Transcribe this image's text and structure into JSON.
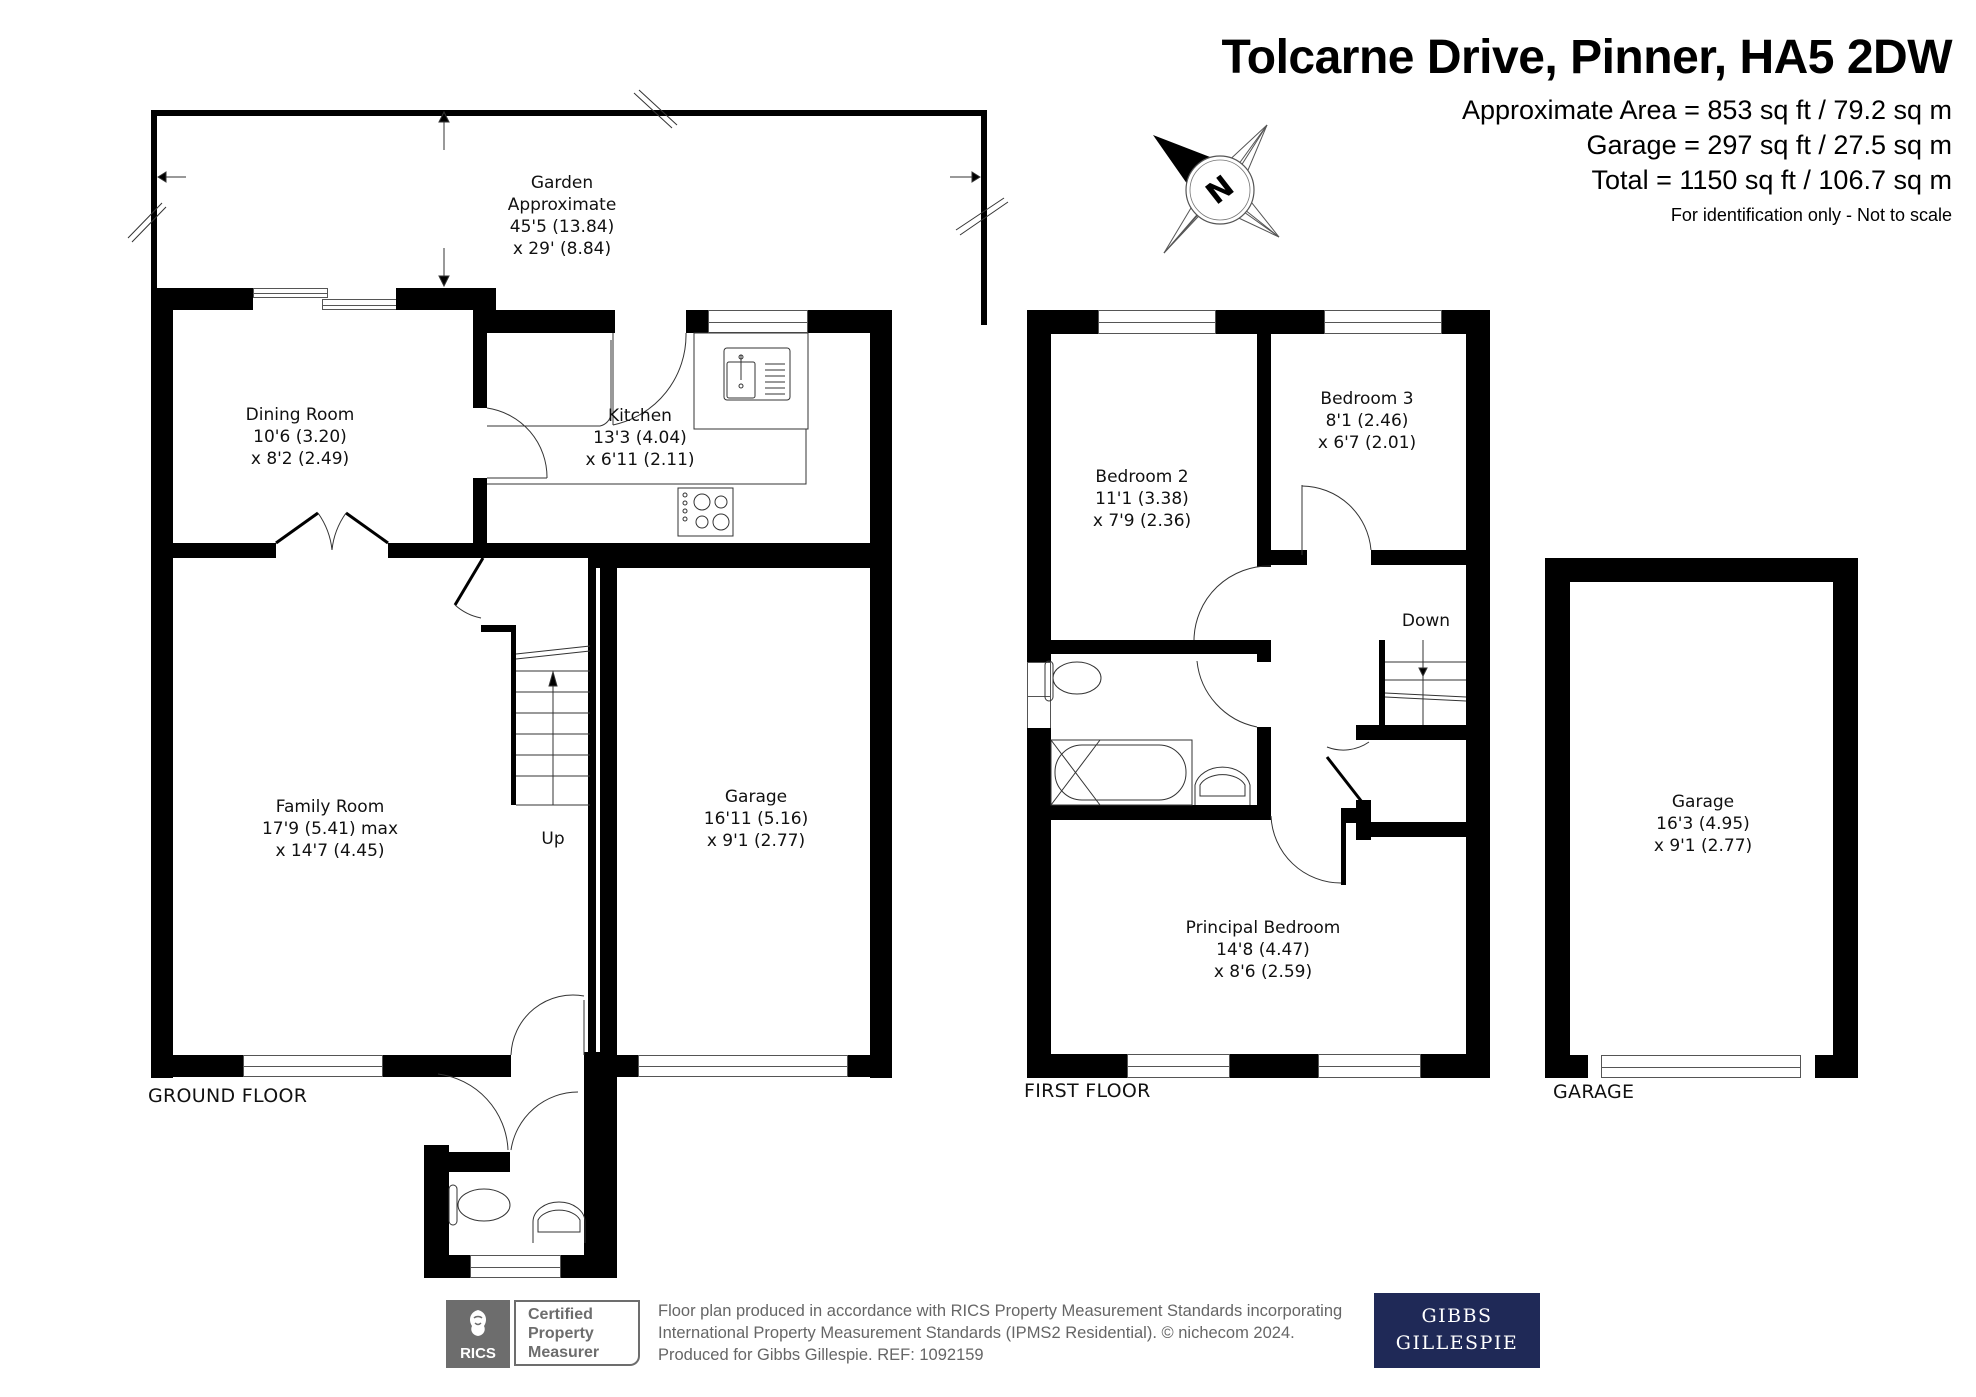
{
  "header": {
    "title": "Tolcarne Drive, Pinner, HA5 2DW",
    "areas": [
      "Approximate Area = 853 sq ft / 79.2 sq m",
      "Garage = 297 sq ft / 27.5 sq m",
      "Total = 1150 sq ft / 106.7 sq m"
    ],
    "note": "For identification only - Not to scale",
    "compass_label": "N"
  },
  "ground_floor": {
    "label": "GROUND FLOOR",
    "garden": {
      "name": "Garden",
      "sub": "Approximate",
      "dim1": "45'5 (13.84)",
      "dim2": "x 29' (8.84)"
    },
    "dining": {
      "name": "Dining Room",
      "dim1": "10'6 (3.20)",
      "dim2": "x 8'2 (2.49)"
    },
    "kitchen": {
      "name": "Kitchen",
      "dim1": "13'3 (4.04)",
      "dim2": "x 6'11 (2.11)"
    },
    "family": {
      "name": "Family Room",
      "dim1": "17'9 (5.41) max",
      "dim2": "x 14'7 (4.45)"
    },
    "garage": {
      "name": "Garage",
      "dim1": "16'11 (5.16)",
      "dim2": "x 9'1 (2.77)"
    },
    "stairs_label": "Up"
  },
  "first_floor": {
    "label": "FIRST FLOOR",
    "bedroom2": {
      "name": "Bedroom 2",
      "dim1": "11'1 (3.38)",
      "dim2": "x 7'9 (2.36)"
    },
    "bedroom3": {
      "name": "Bedroom 3",
      "dim1": "8'1 (2.46)",
      "dim2": "x 6'7 (2.01)"
    },
    "principal": {
      "name": "Principal Bedroom",
      "dim1": "14'8 (4.47)",
      "dim2": "x 8'6 (2.59)"
    },
    "stairs_label": "Down"
  },
  "garage_plan": {
    "label": "GARAGE",
    "garage": {
      "name": "Garage",
      "dim1": "16'3 (4.95)",
      "dim2": "x 9'1 (2.77)"
    }
  },
  "footer": {
    "rics_word": "RICS",
    "certified_lines": [
      "Certified",
      "Property",
      "Measurer"
    ],
    "text_lines": [
      "Floor plan produced in accordance with RICS Property Measurement Standards incorporating",
      "International Property Measurement Standards (IPMS2 Residential).   © nichecom 2024.",
      "Produced for Gibbs Gillespie.   REF:  1092159"
    ],
    "brand_lines": [
      "GIBBS",
      "GILLESPIE"
    ],
    "brand_color": "#1f2957"
  }
}
